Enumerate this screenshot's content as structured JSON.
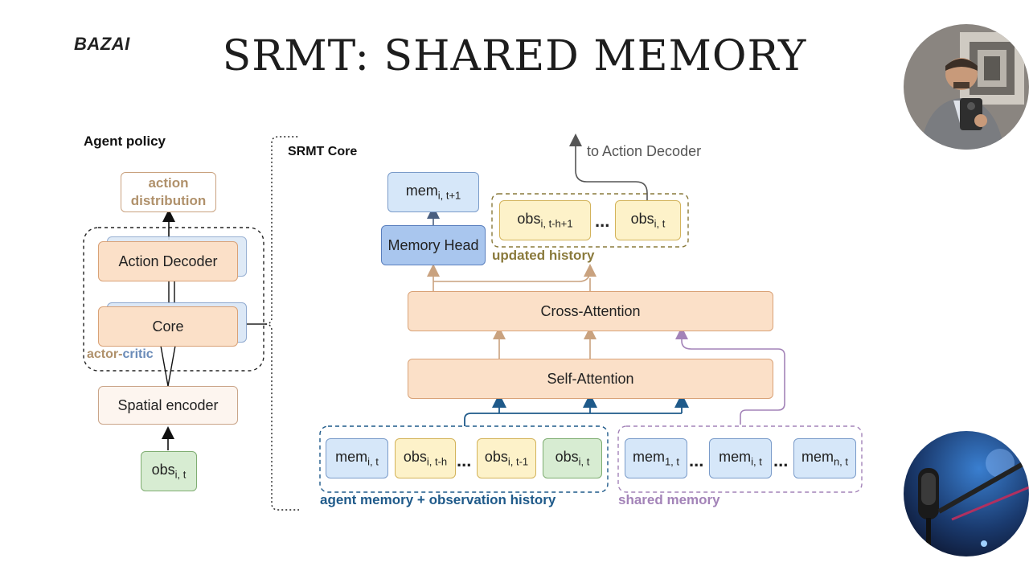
{
  "brand": "BAZAI",
  "title": "SRMT: SHARED MEMORY",
  "agent_policy": {
    "heading": "Agent policy",
    "action_distribution_1": "action",
    "action_distribution_2": "distribution",
    "action_decoder": "Action Decoder",
    "core": "Core",
    "actor_label": "actor",
    "dash": "-",
    "critic_label": "critic",
    "spatial_encoder": "Spatial encoder",
    "obs_base": "obs",
    "obs_sub": "i, t"
  },
  "srmt_core": {
    "heading": "SRMT Core",
    "to_action_decoder": "to Action Decoder",
    "mem_next_base": "mem",
    "mem_next_sub": "i, t+1",
    "memory_head": "Memory Head",
    "hist_obs1_base": "obs",
    "hist_obs1_sub": "i, t-h+1",
    "hist_ellipsis": "...",
    "hist_obs2_base": "obs",
    "hist_obs2_sub": "i, t",
    "updated_history": "updated history",
    "cross_attention": "Cross-Attention",
    "self_attention": "Self-Attention",
    "agent_mem_base": "mem",
    "agent_mem_sub": "i, t",
    "obs_a_base": "obs",
    "obs_a_sub": "i, t-h",
    "agent_ellipsis": "...",
    "obs_b_base": "obs",
    "obs_b_sub": "i, t-1",
    "obs_c_base": "obs",
    "obs_c_sub": "i, t",
    "agent_memory_label": "agent memory + observation history",
    "shared_mem1_base": "mem",
    "shared_mem1_sub": "1, t",
    "shared_ellipsis1": "...",
    "shared_mem2_base": "mem",
    "shared_mem2_sub": "i, t",
    "shared_ellipsis2": "...",
    "shared_mem3_base": "mem",
    "shared_mem3_sub": "n, t",
    "shared_memory_label": "shared memory"
  },
  "colors": {
    "peach": "#fbe0c8",
    "blue": "#d6e7f9",
    "yellow": "#fdf2c9",
    "green": "#d7ecd2",
    "tan_text": "#b0916b",
    "critic_blue": "#6a8bb8",
    "navy": "#1f5a8a",
    "purple": "#a383b8",
    "olive": "#8a7a3c"
  },
  "images": {
    "presenter_photo": "presenter-photo",
    "studio_photo": "studio-microphone-photo"
  }
}
